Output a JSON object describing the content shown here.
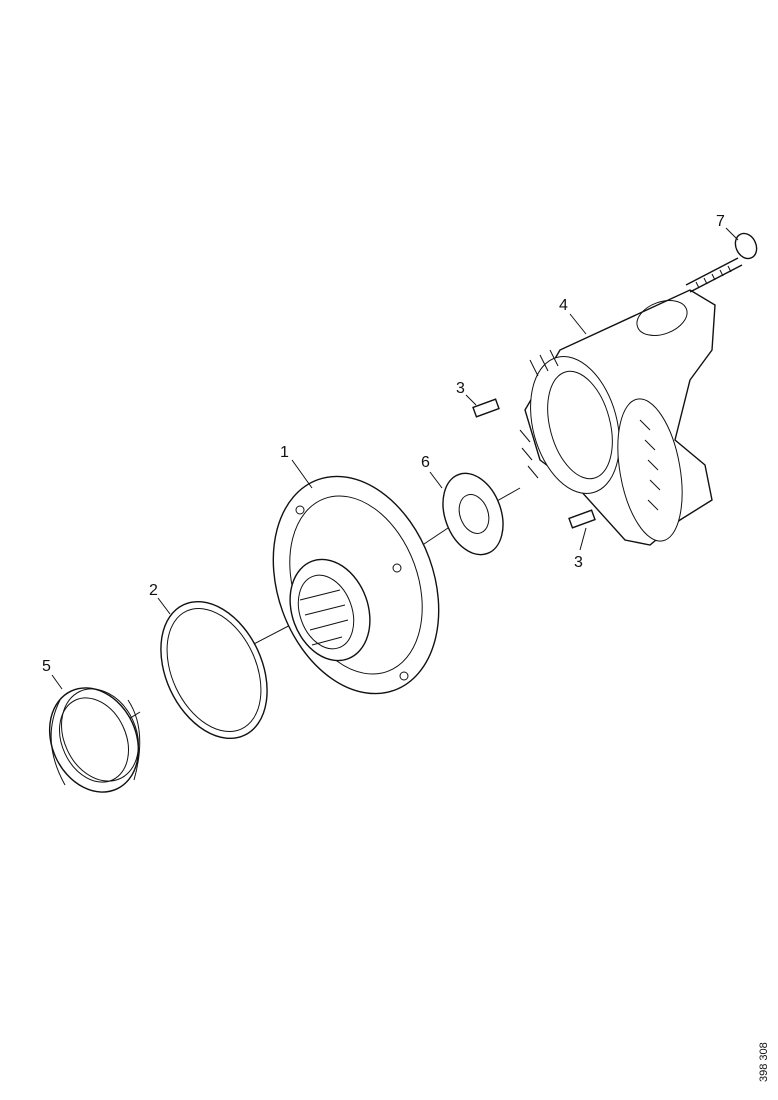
{
  "callouts": {
    "part_1": "1",
    "part_2": "2",
    "part_3a": "3",
    "part_3b": "3",
    "part_4": "4",
    "part_5": "5",
    "part_6": "6",
    "part_7": "7"
  },
  "figure_id": "398 308"
}
